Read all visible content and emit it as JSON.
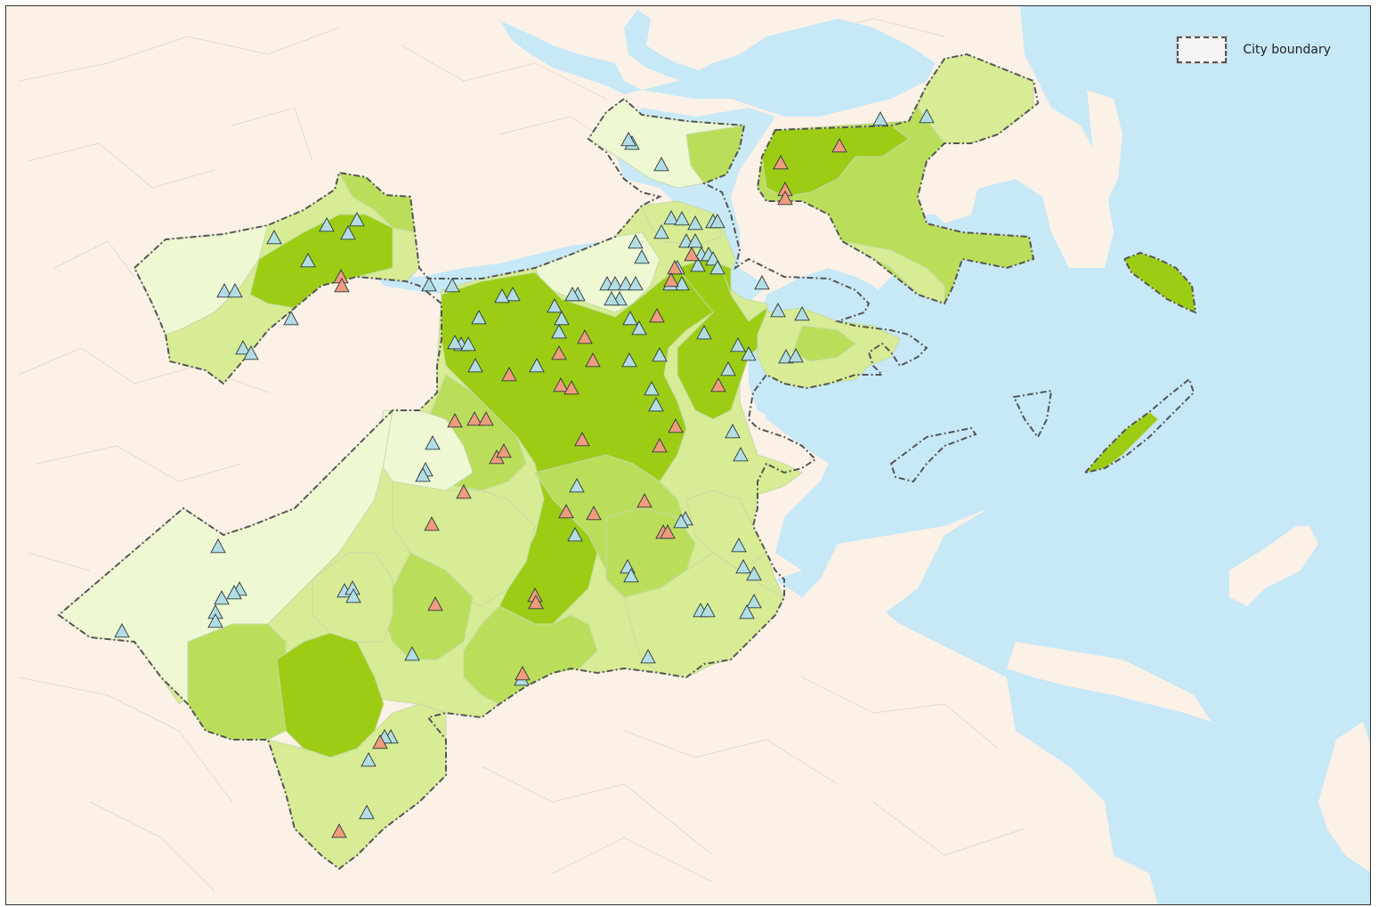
{
  "legend": {
    "items": [
      {
        "label": "City boundary",
        "symbol": "dashed-outline"
      }
    ]
  },
  "colors": {
    "land": "#fcf1e6",
    "water": "#c6e8f7",
    "neighborhood_lines": "#e3d6cb",
    "boundary": "#555555",
    "choropleth_classes": [
      "#eef9d4",
      "#d7ec94",
      "#bade5a",
      "#9ccd14"
    ],
    "marker_blue": "#b3dde3",
    "marker_orange": "#ef9b7d"
  },
  "markers": {
    "types": [
      {
        "name": "blue-triangle",
        "color": "#b3dde3"
      },
      {
        "name": "orange-triangle",
        "color": "#ef9b7d"
      }
    ]
  }
}
